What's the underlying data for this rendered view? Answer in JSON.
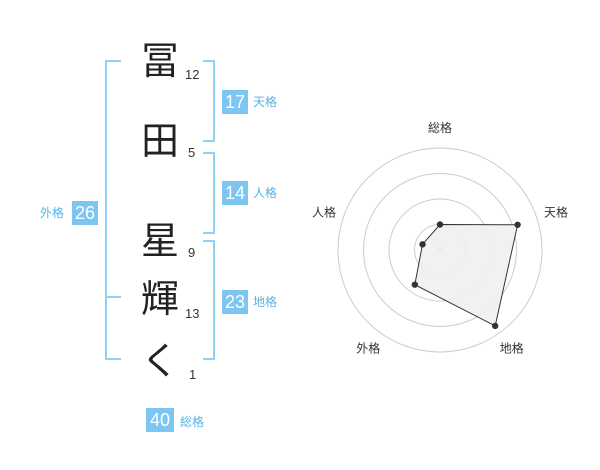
{
  "name_chars": [
    {
      "char": "冨",
      "strokes": "12"
    },
    {
      "char": "田",
      "strokes": "5"
    },
    {
      "char": "星",
      "strokes": "9"
    },
    {
      "char": "輝",
      "strokes": "13"
    },
    {
      "char": "く",
      "strokes": "1"
    }
  ],
  "kaku": {
    "tenkaku": {
      "value": "17",
      "label": "天格"
    },
    "jinkaku": {
      "value": "14",
      "label": "人格"
    },
    "chikaku": {
      "value": "23",
      "label": "地格"
    },
    "gaikaku": {
      "value": "26",
      "label": "外格"
    },
    "soukaku": {
      "value": "40",
      "label": "総格"
    }
  },
  "colors": {
    "accent": "#7ec6f2",
    "bracket": "#8fd0f5",
    "accent_text": "#56b3ea",
    "radar_fill": "#f0f0f0",
    "radar_line": "#333333",
    "grid": "#cccccc"
  },
  "chart_data": {
    "type": "radar",
    "axes": [
      "総格",
      "天格",
      "地格",
      "外格",
      "人格"
    ],
    "values": [
      0.25,
      0.8,
      0.92,
      0.42,
      0.18
    ],
    "rings": 4
  }
}
